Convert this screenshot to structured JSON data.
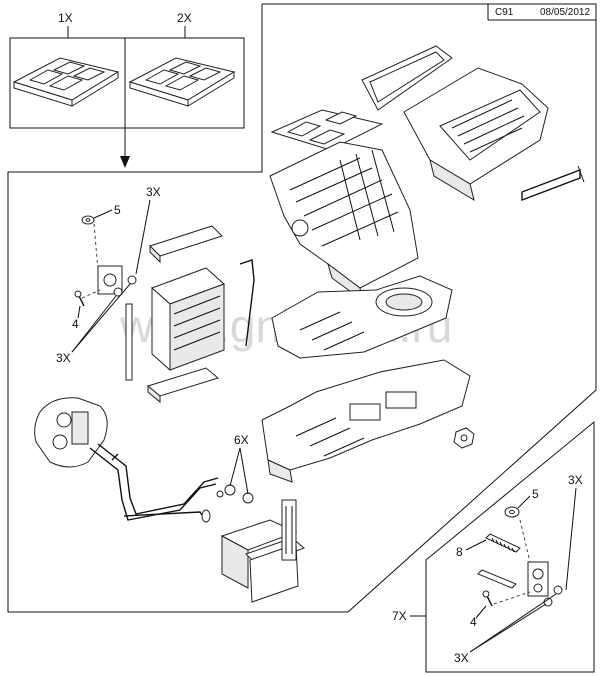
{
  "header": {
    "code": "C91",
    "date": "08/05/2012"
  },
  "watermark": "www.gnisklud.ru",
  "callouts": {
    "kit_1x": "1X",
    "kit_2x": "2X",
    "left_3x_top": "3X",
    "left_5": "5",
    "left_4": "4",
    "left_3x_bottom": "3X",
    "clips_6x": "6X",
    "inset_5": "5",
    "inset_3x_top": "3X",
    "inset_8": "8",
    "inset_7x": "7X",
    "inset_4": "4",
    "inset_3x_bottom": "3X"
  }
}
